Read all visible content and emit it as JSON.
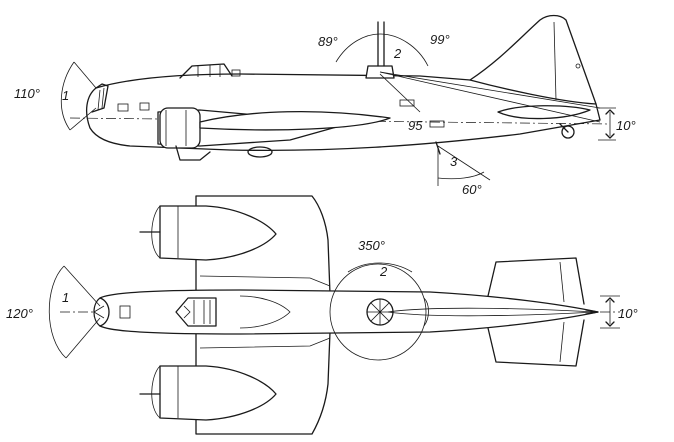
{
  "side_view": {
    "gun_1_angle": "110°",
    "gun_1_number": "1",
    "gun_2_left_angle": "89°",
    "gun_2_right_angle": "99°",
    "gun_2_number": "2",
    "gun_2_depression": "95",
    "gun_3_number": "3",
    "gun_3_angle": "60°",
    "tail_angle": "10°"
  },
  "plan_view": {
    "gun_1_angle": "120°",
    "gun_1_number": "1",
    "turret_angle": "350°",
    "turret_number": "2",
    "tail_angle": "10°"
  }
}
